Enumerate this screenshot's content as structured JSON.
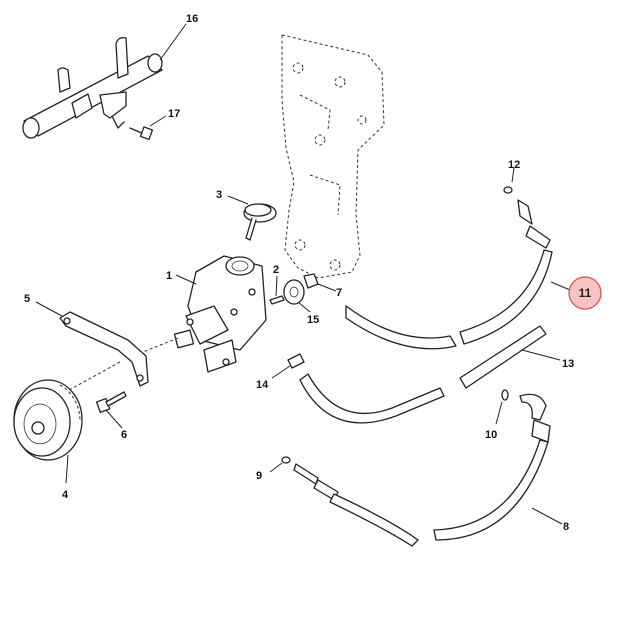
{
  "labels": {
    "p1": "1",
    "p2": "2",
    "p3": "3",
    "p4": "4",
    "p5": "5",
    "p6": "6",
    "p7": "7",
    "p8": "8",
    "p9": "9",
    "p10": "10",
    "p11": "11",
    "p12": "12",
    "p13": "13",
    "p14": "14",
    "p15": "15",
    "p16": "16",
    "p17": "17"
  },
  "highlight": {
    "part": "11",
    "fill": "#f7c3c3",
    "stroke": "#d9534f"
  }
}
